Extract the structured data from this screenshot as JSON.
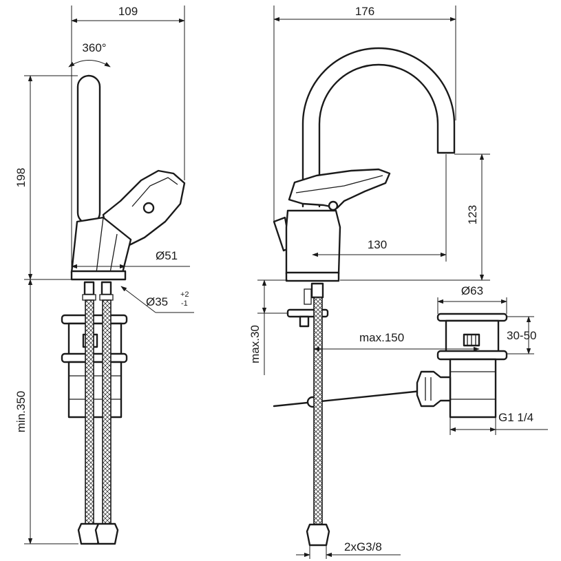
{
  "dimensions": {
    "side_width": "109",
    "rotation": "360°",
    "height_total": "198",
    "base_diameter": "Ø51",
    "hole_diameter": "Ø35",
    "hole_tol_plus": "+2",
    "hole_tol_minus": "-1",
    "min_hose_length": "min.350",
    "front_width": "176",
    "spout_height": "123",
    "spout_reach": "130",
    "max_thickness": "max.30",
    "waste_diameter": "Ø63",
    "waste_range": "30-50",
    "max_pull_rod": "max.150",
    "waste_thread": "G1 1/4",
    "hose_thread": "2xG3/8"
  }
}
